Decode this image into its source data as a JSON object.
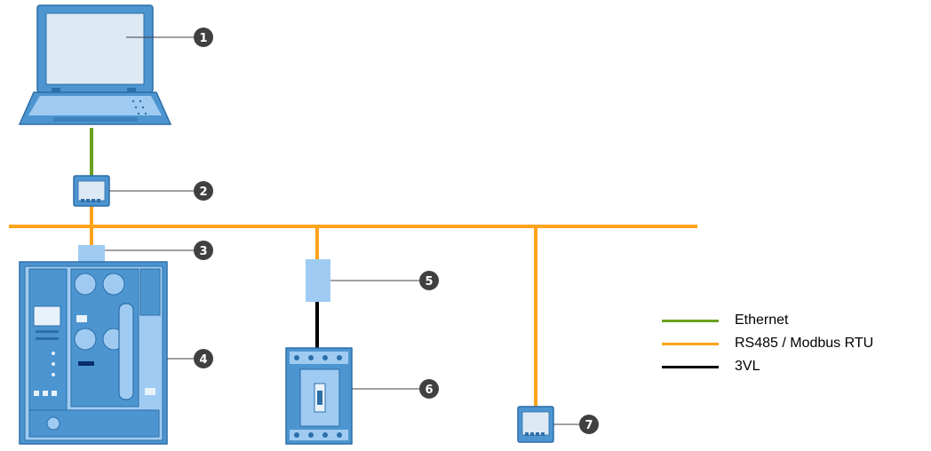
{
  "colors": {
    "ethernet": "#6aa121",
    "rs485": "#ffa31a",
    "line_3vl": "#000000",
    "device_fill": "#4d95d0",
    "device_light": "#9fcbf2",
    "device_dark": "#2c6ea8",
    "callout": "#404040"
  },
  "callouts": [
    "1",
    "2",
    "3",
    "4",
    "5",
    "6",
    "7"
  ],
  "legend": [
    {
      "label": "Ethernet",
      "color_key": "ethernet"
    },
    {
      "label": "RS485 / Modbus RTU",
      "color_key": "rs485"
    },
    {
      "label": "3VL",
      "color_key": "line_3vl"
    }
  ],
  "icons": {
    "laptop": "laptop-icon",
    "gateway": "gateway-device-icon",
    "module_3": "communication-module-icon",
    "breaker_4": "air-circuit-breaker-icon",
    "module_5": "com-module-icon",
    "breaker_6": "molded-case-breaker-icon",
    "device_7": "measuring-device-icon"
  }
}
